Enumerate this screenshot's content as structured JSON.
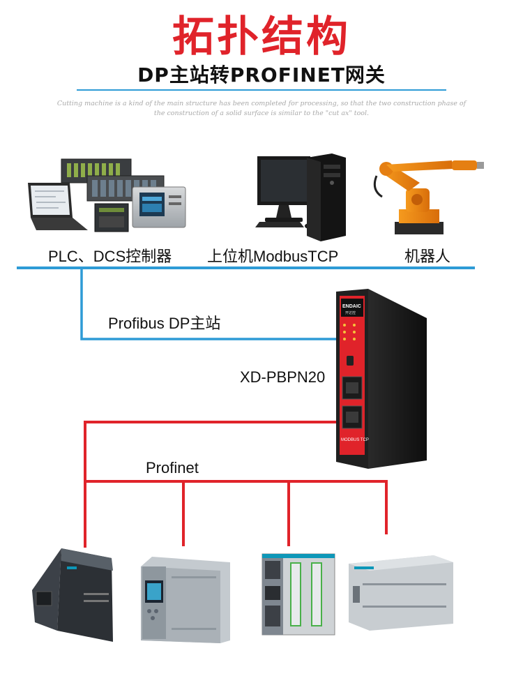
{
  "header": {
    "title": "拓扑结构",
    "subtitle": "DP主站转PROFINET网关",
    "tagline": "Cutting machine is a kind of the main structure has been completed for processing, so that the two construction phase of the construction of a solid surface is similar to the \"cut ax\" tool."
  },
  "top_devices": {
    "plc_label": "PLC、DCS控制器",
    "pc_label": "上位机ModbusTCP",
    "robot_label": "机器人"
  },
  "links": {
    "profibus_label": "Profibus DP主站",
    "profinet_label": "Profinet"
  },
  "gateway": {
    "model": "XD-PBPN20",
    "brand": "ENDAIC",
    "brand_sub": "开达控",
    "port_label": "MODBUS TCP"
  },
  "colors": {
    "title": "#e0232a",
    "profibus_line": "#2e9bd6",
    "profinet_line": "#e0232a",
    "gateway_red": "#e0232a"
  }
}
